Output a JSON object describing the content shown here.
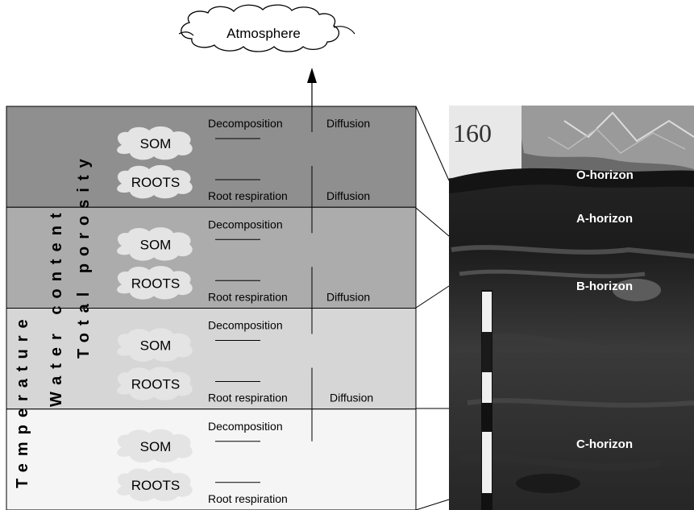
{
  "atmosphere": "Atmosphere",
  "vertical_labels": {
    "temperature": "Temperature",
    "water_content": "Water content",
    "total_porosity": "Total porosity"
  },
  "layers": [
    {
      "color": "#8f8f8f",
      "som": "SOM",
      "roots": "ROOTS",
      "decomposition": "Decomposition",
      "respiration": "Root respiration",
      "diffusion_top": "Diffusion",
      "diffusion_bottom": "Diffusion"
    },
    {
      "color": "#acacac",
      "som": "SOM",
      "roots": "ROOTS",
      "decomposition": "Decomposition",
      "respiration": "Root respiration",
      "diffusion_bottom": "Diffusion"
    },
    {
      "color": "#d6d6d6",
      "som": "SOM",
      "roots": "ROOTS",
      "decomposition": "Decomposition",
      "respiration": "Root respiration",
      "diffusion_bottom": "Diffusion"
    },
    {
      "color": "#f5f5f5",
      "som": "SOM",
      "roots": "ROOTS",
      "decomposition": "Decomposition",
      "respiration": "Root respiration"
    }
  ],
  "photo": {
    "marker": "160",
    "horizons": [
      "O-horizon",
      "A-horizon",
      "B-horizon",
      "C-horizon"
    ]
  }
}
